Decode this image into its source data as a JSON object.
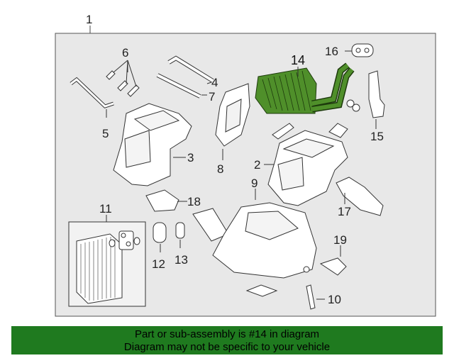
{
  "diagram": {
    "callouts": {
      "c1": "1",
      "c2": "2",
      "c3": "3",
      "c4": "4",
      "c5": "5",
      "c6": "6",
      "c7": "7",
      "c8": "8",
      "c9": "9",
      "c10": "10",
      "c11": "11",
      "c12": "12",
      "c13": "13",
      "c14": "14",
      "c15": "15",
      "c16": "16",
      "c17": "17",
      "c18": "18",
      "c19": "19"
    },
    "highlight_color": "#4f8f2a",
    "frame_color": "#e6e6e6"
  },
  "banner": {
    "line1": "Part or sub-assembly is #14 in diagram",
    "line2": "Diagram may not be specific to your vehicle",
    "color": "#1f7a1f"
  }
}
